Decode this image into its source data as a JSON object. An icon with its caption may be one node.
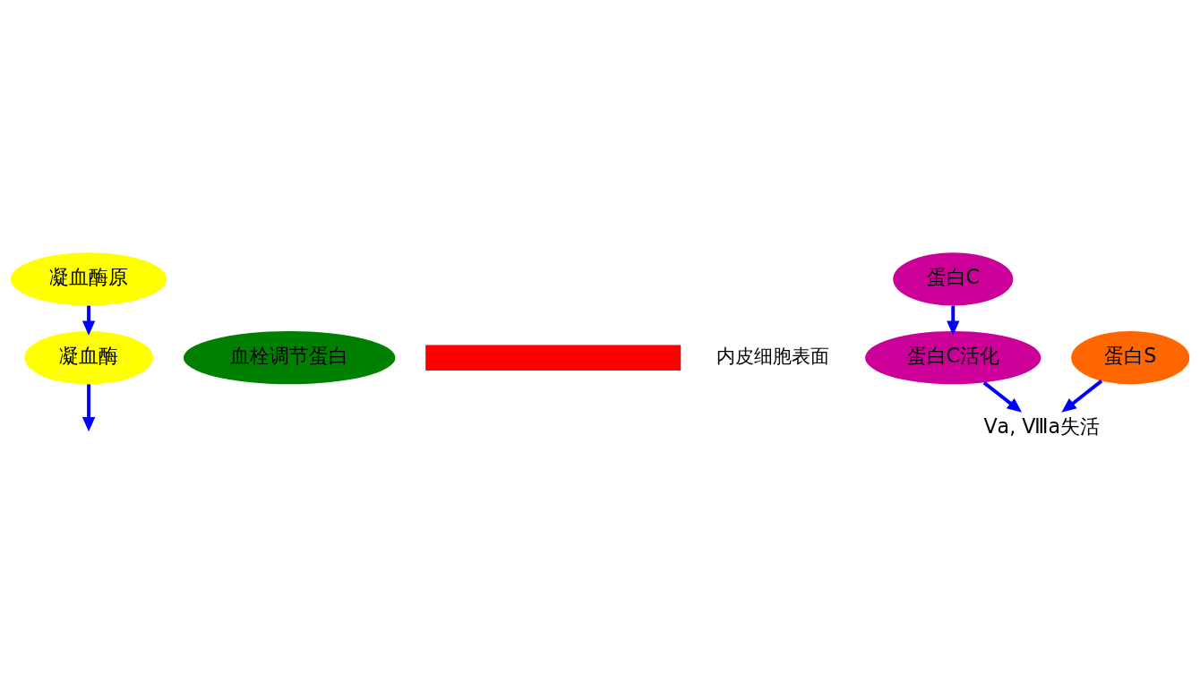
{
  "diagram": {
    "nodes": [
      {
        "text": [
          "凝血酶原"
        ]
      },
      {
        "text": [
          "凝血酶"
        ]
      },
      {
        "text": [
          "血栓调节蛋白"
        ]
      },
      {
        "text": [],
        "shape": "bar",
        "beside": [
          "内皮细胞表面"
        ]
      },
      {
        "text": [
          "蛋白C"
        ]
      },
      {
        "text": [
          "蛋白C活化"
        ]
      },
      {
        "text": [
          "蛋白S"
        ]
      },
      {
        "text": [
          "Ⅴa, Ⅷa失活"
        ]
      }
    ],
    "edges": [
      {
        "from": 0,
        "to": 1,
        "arrow": "to"
      },
      {
        "from": 1,
        "to": null,
        "arrow": "to"
      },
      {
        "from": 4,
        "to": 5,
        "arrow": "to"
      },
      {
        "from": 5,
        "to": 7,
        "arrow": "to"
      },
      {
        "from": 6,
        "to": 7,
        "arrow": "to"
      }
    ]
  }
}
